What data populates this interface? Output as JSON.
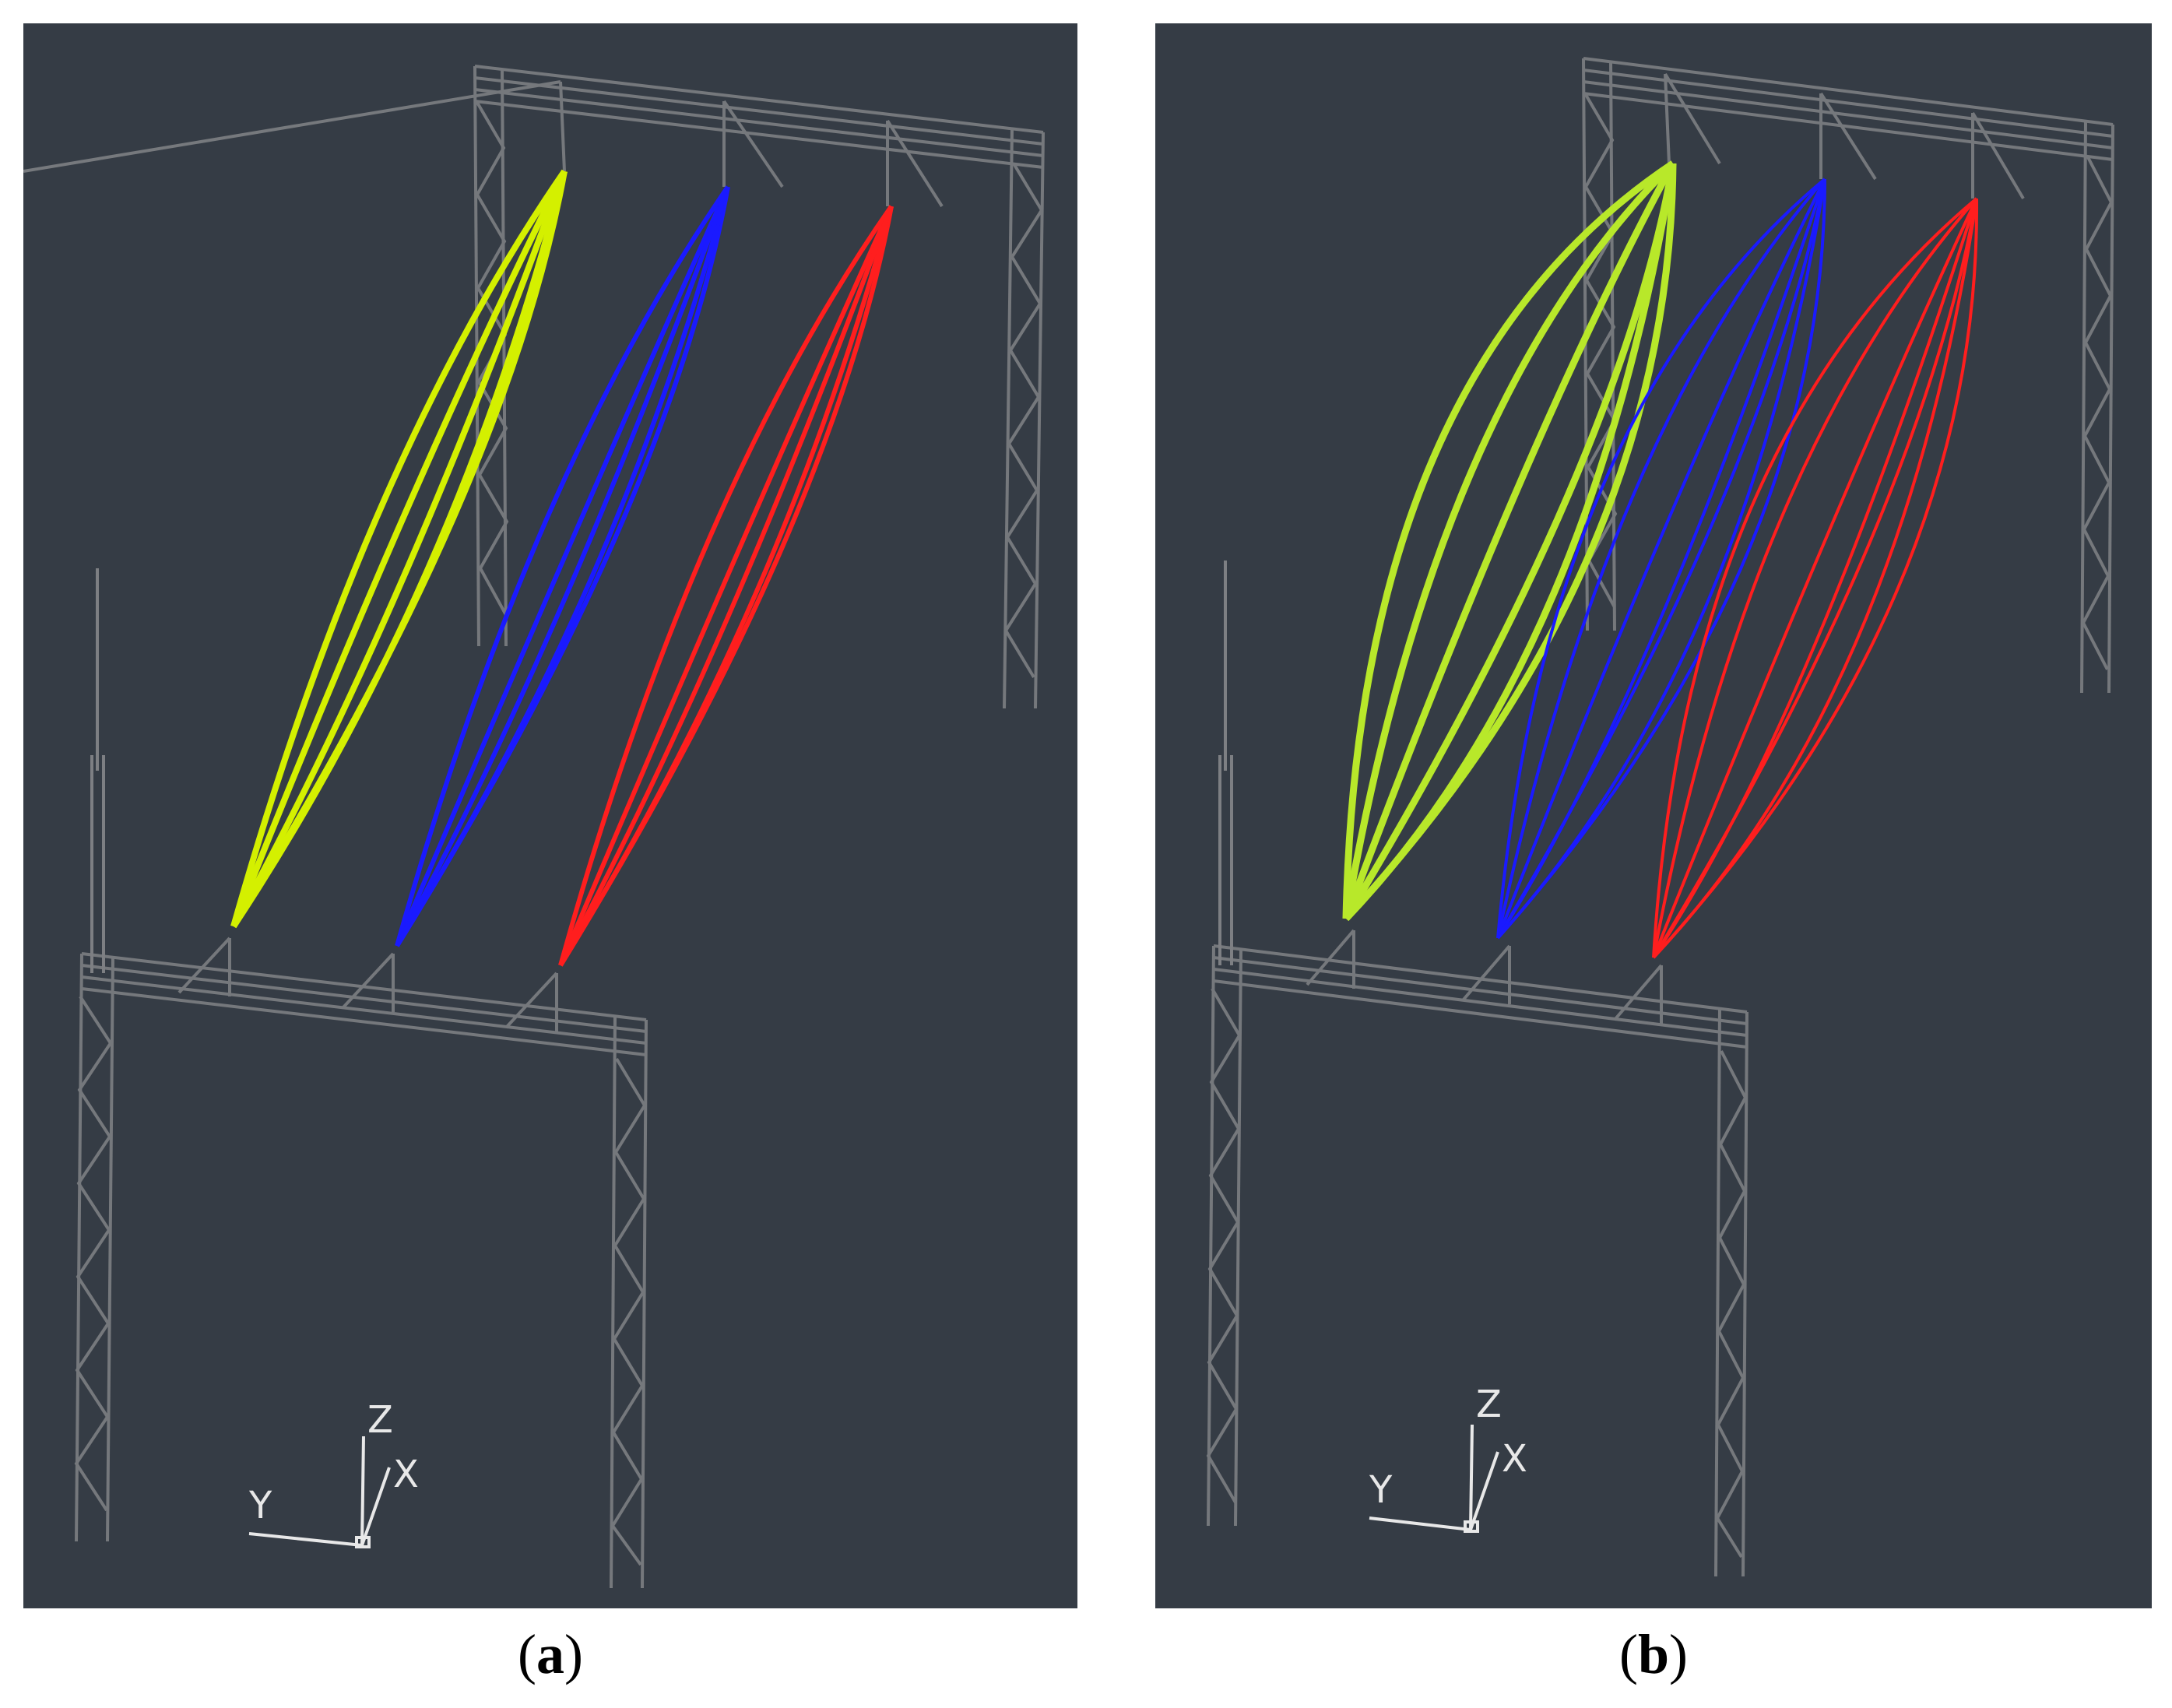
{
  "panels": [
    {
      "id": "a",
      "caption_open": "(",
      "caption_letter": "a",
      "caption_close": ")",
      "axes": {
        "x": "X",
        "y": "Y",
        "z": "Z"
      }
    },
    {
      "id": "b",
      "caption_open": "(",
      "caption_letter": "b",
      "caption_close": ")",
      "axes": {
        "x": "X",
        "y": "Y",
        "z": "Z"
      }
    }
  ],
  "colors": {
    "background": "#353c45",
    "structure": "#7d7f83",
    "phase_1": "#d4f000",
    "phase_2": "#1a1aff",
    "phase_3": "#ff1e1e",
    "axis": "#e8e8e8"
  }
}
